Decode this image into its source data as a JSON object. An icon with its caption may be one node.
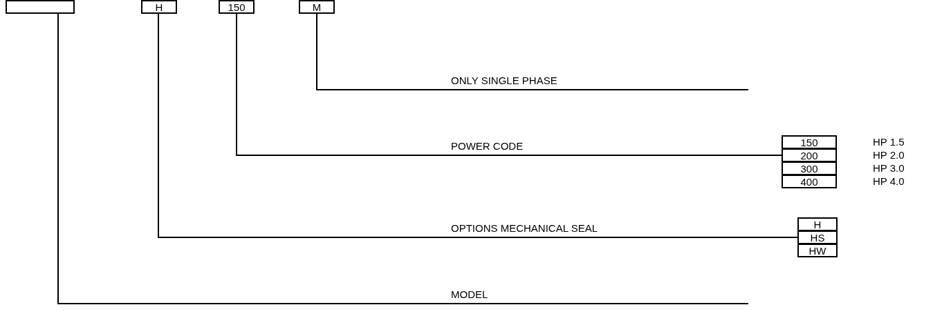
{
  "diagram": {
    "nodes": [
      {
        "text": [],
        "shape": "box"
      },
      {
        "text": [
          "H"
        ]
      },
      {
        "text": [
          "150"
        ]
      },
      {
        "text": [
          "M"
        ]
      },
      {
        "text": [
          "150"
        ],
        "beside": [
          "HP 1.5"
        ]
      },
      {
        "text": [
          "200"
        ],
        "beside": [
          "HP 2.0"
        ]
      },
      {
        "text": [
          "300"
        ],
        "beside": [
          "HP 3.0"
        ]
      },
      {
        "text": [
          "400"
        ],
        "beside": [
          "HP 4.0"
        ]
      },
      {
        "text": [
          "H"
        ]
      },
      {
        "text": [
          "HS"
        ]
      },
      {
        "text": [
          "HW"
        ]
      }
    ],
    "edges": [
      {
        "from": 3,
        "to": null,
        "arrow": "none",
        "label": "ONLY SINGLE PHASE"
      },
      {
        "from": 2,
        "to": 5,
        "arrow": "none",
        "label": "POWER CODE"
      },
      {
        "from": 1,
        "to": 9,
        "arrow": "none",
        "label": "OPTIONS MECHANICAL SEAL"
      },
      {
        "from": 0,
        "to": null,
        "arrow": "none",
        "label": "MODEL"
      }
    ]
  }
}
